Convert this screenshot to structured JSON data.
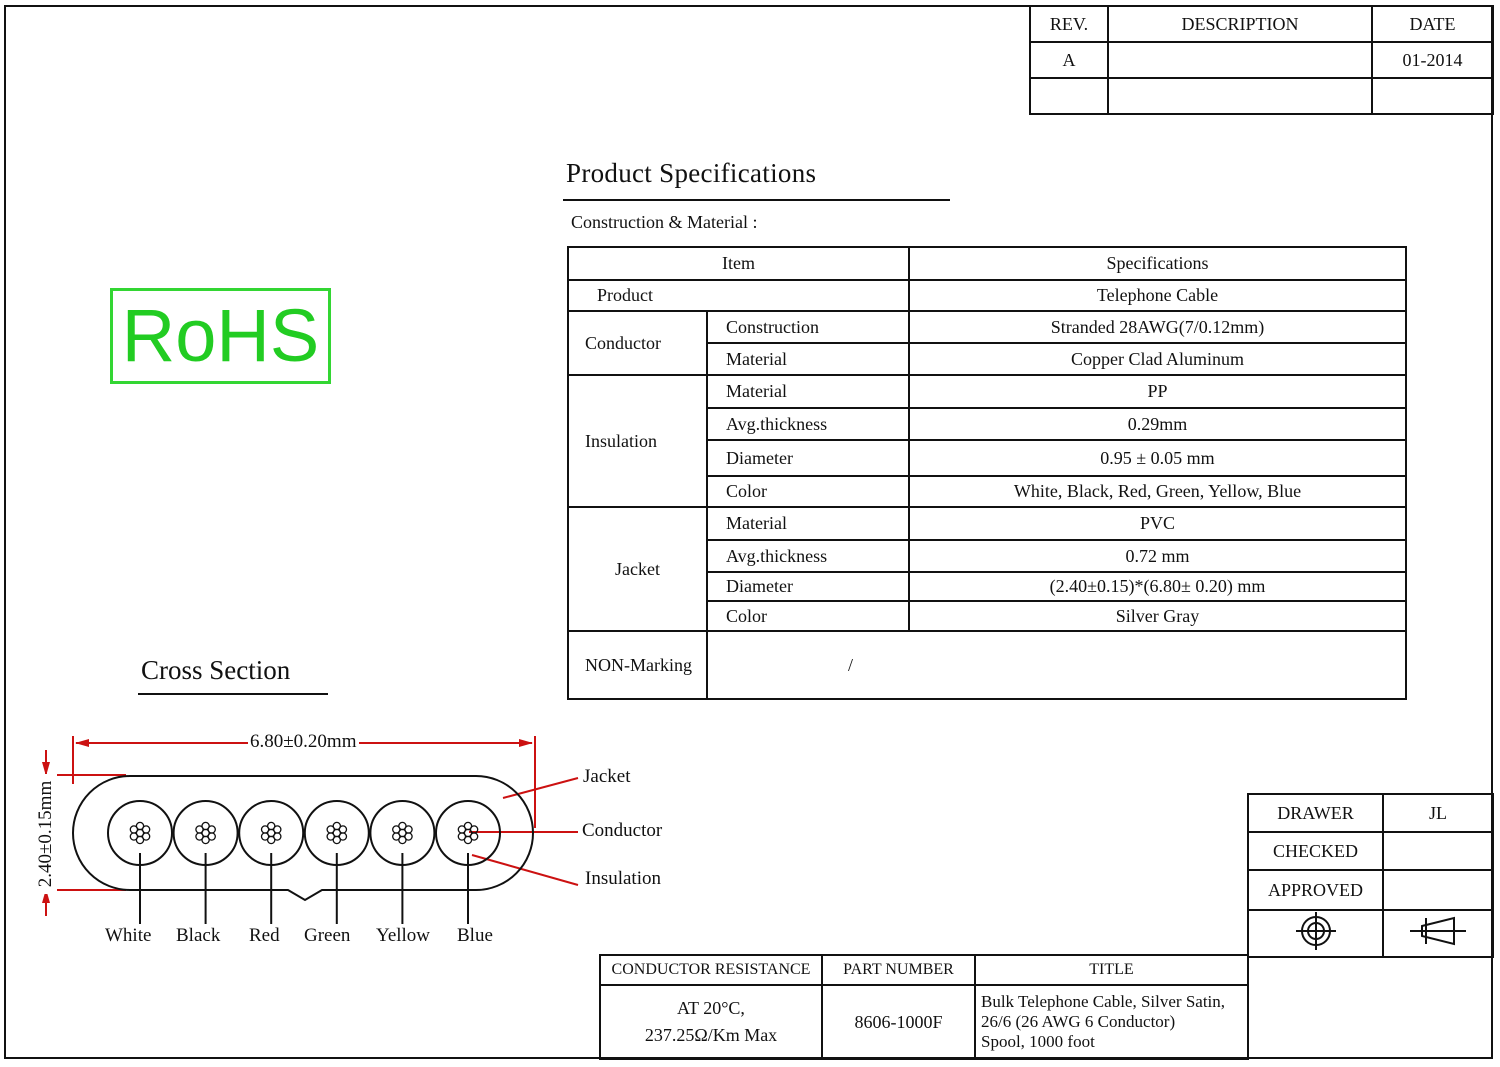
{
  "revision_block": {
    "headers": [
      "REV.",
      "DESCRIPTION",
      "DATE"
    ],
    "rows": [
      [
        "A",
        "",
        "01-2014"
      ],
      [
        "",
        "",
        ""
      ]
    ]
  },
  "rohs_logo": "RoHS",
  "spec_title": "Product Specifications",
  "spec_subtitle": "Construction & Material :",
  "spec_table": {
    "header_item": "Item",
    "header_spec": "Specifications",
    "product_label": "Product",
    "product_value": "Telephone Cable",
    "conductor": {
      "label": "Conductor",
      "rows": [
        {
          "item": "Construction",
          "value": "Stranded 28AWG(7/0.12mm)"
        },
        {
          "item": "Material",
          "value": "Copper Clad Aluminum"
        }
      ]
    },
    "insulation": {
      "label": "Insulation",
      "rows": [
        {
          "item": "Material",
          "value": "PP"
        },
        {
          "item": "Avg.thickness",
          "value": "0.29mm"
        },
        {
          "item": "Diameter",
          "value": "0.95 ± 0.05 mm"
        },
        {
          "item": "Color",
          "value": "White, Black, Red, Green, Yellow, Blue"
        }
      ]
    },
    "jacket": {
      "label": "Jacket",
      "rows": [
        {
          "item": "Material",
          "value": "PVC"
        },
        {
          "item": "Avg.thickness",
          "value": "0.72 mm"
        },
        {
          "item": "Diameter",
          "value": "(2.40±0.15)*(6.80± 0.20) mm"
        },
        {
          "item": "Color",
          "value": "Silver Gray"
        }
      ]
    },
    "marking_label": "NON-Marking",
    "marking_value": "/"
  },
  "cross_section": {
    "title": "Cross Section",
    "width_dim": "6.80±0.20mm",
    "height_dim": "2.40±0.15mm",
    "callouts": [
      "Jacket",
      "Conductor",
      "Insulation"
    ],
    "wire_colors": [
      "White",
      "Black",
      "Red",
      "Green",
      "Yellow",
      "Blue"
    ]
  },
  "approvals": {
    "drawer_label": "DRAWER",
    "drawer_value": "JL",
    "checked_label": "CHECKED",
    "checked_value": "",
    "approved_label": "APPROVED",
    "approved_value": ""
  },
  "title_block": {
    "resistance_header": "CONDUCTOR RESISTANCE",
    "resistance_line1": "AT 20°C,",
    "resistance_line2": "237.25Ω/Km Max",
    "part_header": "PART NUMBER",
    "part_value": "8606-1000F",
    "title_header": "TITLE",
    "title_line1": "Bulk Telephone Cable, Silver Satin,",
    "title_line2": "26/6 (26 AWG 6 Conductor)",
    "title_line3": "Spool, 1000 foot"
  },
  "colors": {
    "line": "#111111",
    "dimension": "#cc1111",
    "rohs": "#22cc22"
  }
}
